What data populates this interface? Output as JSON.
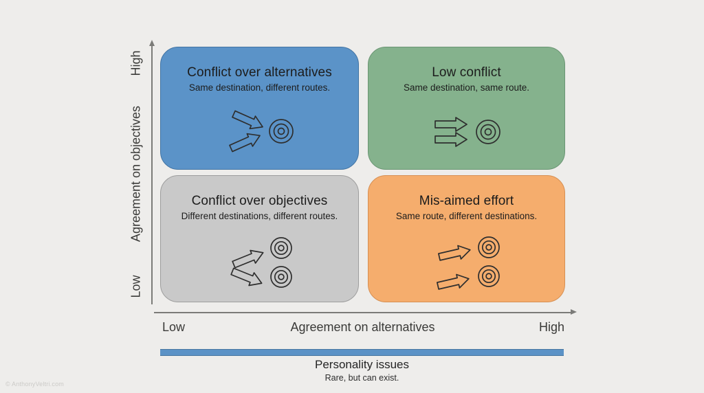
{
  "colors": {
    "background": "#eeedeb",
    "axis": "#7b7b78",
    "bar_blue": "#5b92c6"
  },
  "y_axis": {
    "top_label": "High",
    "label": "Agreement on objectives",
    "bottom_label": "Low"
  },
  "x_axis": {
    "left_label": "Low",
    "label": "Agreement on alternatives",
    "right_label": "High"
  },
  "quadrants": [
    {
      "id": "top-left",
      "title": "Conflict over alternatives",
      "subtitle": "Same destination, different routes.",
      "color": "#5b93c8",
      "icon": "two-arrows-converging-on-one-target"
    },
    {
      "id": "top-right",
      "title": "Low conflict",
      "subtitle": "Same destination, same route.",
      "color": "#85b28d",
      "icon": "two-parallel-arrows-to-one-target"
    },
    {
      "id": "bottom-left",
      "title": "Conflict over objectives",
      "subtitle": "Different destinations, different routes.",
      "color": "#c9c9c9",
      "icon": "two-arrows-diverging-to-two-targets"
    },
    {
      "id": "bottom-right",
      "title": "Mis-aimed effort",
      "subtitle": "Same route, different destinations.",
      "color": "#f5ad6d",
      "icon": "two-parallel-arrows-to-two-targets"
    }
  ],
  "footer": {
    "bar_color": "#5b92c6",
    "title": "Personality issues",
    "subtitle": "Rare, but can exist."
  },
  "watermark": "© AnthonyVeltri.com"
}
